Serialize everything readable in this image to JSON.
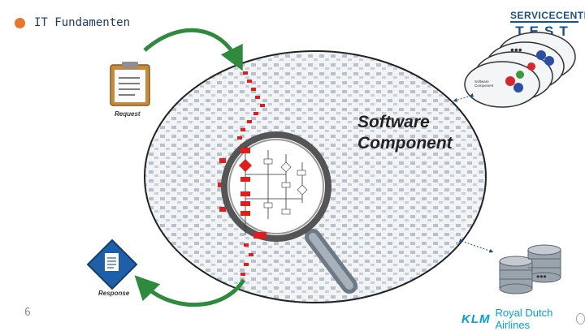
{
  "header": {
    "title": "IT Fundamenten"
  },
  "footer": {
    "slide_number": "6"
  },
  "logos": {
    "servicecenter_line1": "SERVICECENTER",
    "servicecenter_line2": "TEST",
    "klm_mark": "KLM",
    "klm_text": "Royal Dutch Airlines"
  },
  "diagram": {
    "request_label": "Request",
    "response_label": "Response",
    "component_title_line1": "Software",
    "component_title_line2": "Component",
    "mini_component_label_line1": "Software",
    "mini_component_label_line2": "Component"
  },
  "colors": {
    "accent": "#e8762b",
    "arrow": "#2e8b3e",
    "path": "#e01e1e",
    "brand": "#1d4f8c",
    "klm": "#00a1de"
  }
}
